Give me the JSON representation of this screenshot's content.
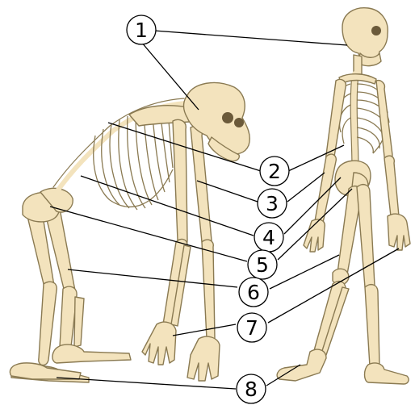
{
  "diagram": {
    "background": "#ffffff",
    "bone_color": "#f3e3bd",
    "outline_color": "#8a7a52",
    "callout_color": "#000000",
    "callouts": [
      {
        "id": "1",
        "label": "1"
      },
      {
        "id": "2",
        "label": "2"
      },
      {
        "id": "3",
        "label": "3"
      },
      {
        "id": "4",
        "label": "4"
      },
      {
        "id": "5",
        "label": "5"
      },
      {
        "id": "6",
        "label": "6"
      },
      {
        "id": "7",
        "label": "7"
      },
      {
        "id": "8",
        "label": "8"
      }
    ],
    "figures": [
      {
        "name": "ape-skeleton"
      },
      {
        "name": "human-skeleton"
      }
    ]
  }
}
